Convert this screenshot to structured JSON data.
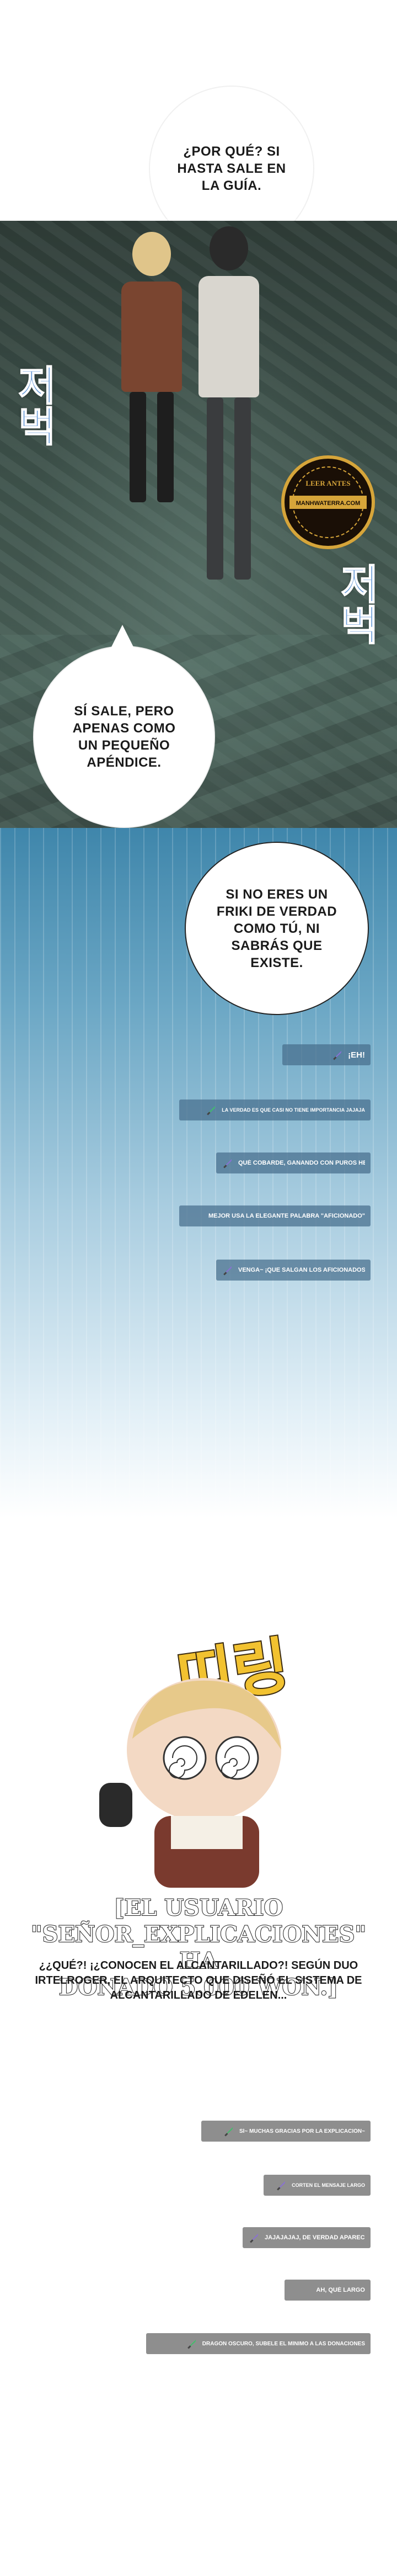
{
  "bubbles": {
    "b1": "¿POR QUÉ? SI\nHASTA SALE EN\nLA GUÍA.",
    "b2": "SÍ SALE, PERO\nAPENAS COMO\nUN PEQUEÑO\nAPÉNDICE.",
    "b3": "SI NO ERES UN\nFRIKI DE VERDAD\nCOMO TÚ, NI\nSABRÁS QUE\nEXISTE."
  },
  "sfx": {
    "left": "저벅",
    "right": "저벅",
    "chibi": "띠링"
  },
  "logo": {
    "lines": [
      "LEER ANTES",
      "MANHWATERRA.COM"
    ]
  },
  "chat_top": [
    {
      "text": "¡EH!"
    },
    {
      "text": "LA VERDAD ES QUE CASI NO TIENE IMPORTANCIA JAJAJA"
    },
    {
      "text": "QUÉ COBARDE, GANANDO CON PUROS HECHOS..."
    },
    {
      "text": "MEJOR USA LA ELEGANTE PALABRA \"AFICIONADO\""
    },
    {
      "text": "VENGA~ ¡QUE SALGAN LOS AFICIONADOS A RP!"
    }
  ],
  "donation": {
    "title": "[EL USUARIO\n\"SEÑOR_EXPLICACIONES\" HA\nDONADO 5.000 WON.]",
    "body": "¿¿QUÉ?! ¡¿CONOCEN EL ALCANTARILLADO?! SEGÚN DUO IRTELROGER, EL ARQUITECTO QUE DISEÑÓ EL SISTEMA DE ALCANTARILLADO DE EDELEN..."
  },
  "chat_bottom": [
    {
      "text": "SÍ~ MUCHAS GRACIAS POR LA EXPLICACIÓN~"
    },
    {
      "text": "CORTEN EL MENSAJE LARGO"
    },
    {
      "text": "JAJAJAJAJ, DE VERDAD APARECIÓ"
    },
    {
      "text": "AH, QUÉ LARGO"
    },
    {
      "text": "DRAGÓN OSCURO, SÚBELE EL MÍNIMO A LAS DONACIONES"
    }
  ],
  "colors": {
    "chat_dark": "#466e8c",
    "chat_grey": "#8e8e8e",
    "sfx_blue": "#6f9fd8",
    "sfx_yellow": "#f2c230",
    "icon_purple": "#8a6fd6",
    "icon_green": "#3fbf6a"
  }
}
